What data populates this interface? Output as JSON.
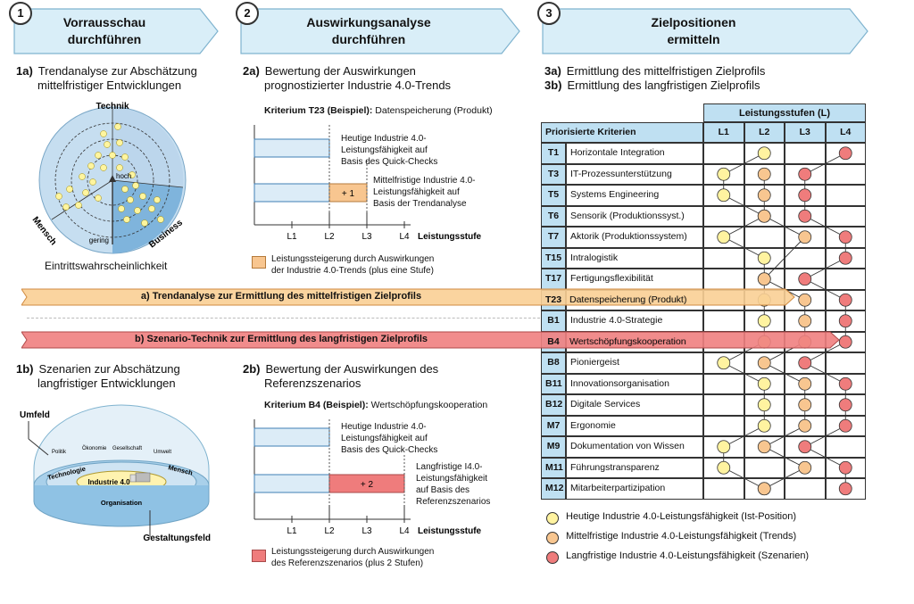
{
  "steps": [
    {
      "num": "1",
      "line1": "Vorrausschau",
      "line2": "durchführen"
    },
    {
      "num": "2",
      "line1": "Auswirkungsanalyse",
      "line2": "durchführen"
    },
    {
      "num": "3",
      "line1": "Zielpositionen",
      "line2": "ermitteln"
    }
  ],
  "col1": {
    "a_id": "1a)",
    "a_line1": "Trendanalyse zur Abschätzung",
    "a_line2": "mittelfristiger Entwicklungen",
    "radar_top": "Technik",
    "radar_left": "Mensch",
    "radar_right": "Business",
    "radar_high": "hoch",
    "radar_low": "gering",
    "radar_caption": "Eintrittswahrscheinlichkeit",
    "b_id": "1b)",
    "b_line1": "Szenarien zur Abschätzung",
    "b_line2": "langfristiger Entwicklungen",
    "dome": {
      "umfeld": "Umfeld",
      "politik": "Politik",
      "oekonomie": "Ökonomie",
      "gesellschaft": "Gesellschaft",
      "umwelt": "Umwelt",
      "technologie": "Technologie",
      "mensch": "Mensch",
      "industrie": "Industrie 4.0",
      "organisation": "Organisation",
      "gestaltungsfeld": "Gestaltungsfeld"
    }
  },
  "col2": {
    "a_id": "2a)",
    "a_line1": "Bewertung der Auswirkungen",
    "a_line2": "prognostizierter Industrie 4.0-Trends",
    "a_crit_bold": "Kriterium T23 (Beispiel):",
    "a_crit_rest": " Datenspeicherung (Produkt)",
    "a_bar1": [
      "Heutige Industrie 4.0-",
      "Leistungsfähigkeit auf",
      "Basis des Quick-Checks"
    ],
    "a_bar2": [
      "Mittelfristige Industrie 4.0-",
      "Leistungsfähigkeit auf",
      "Basis der Trendanalyse"
    ],
    "a_plus": "+ 1",
    "axis": [
      "L1",
      "L2",
      "L3",
      "L4"
    ],
    "axis_title": "Leistungsstufe",
    "a_legend": [
      "Leistungssteigerung durch Auswirkungen",
      "der Industrie 4.0-Trends (plus eine Stufe)"
    ],
    "b_id": "2b)",
    "b_line1": "Bewertung der Auswirkungen des",
    "b_line2": "Referenzszenarios",
    "b_crit_bold": "Kriterium B4 (Beispiel):",
    "b_crit_rest": " Wertschöpfungskooperation",
    "b_bar1": [
      "Heutige Industrie 4.0-",
      "Leistungsfähigkeit auf",
      "Basis des Quick-Checks"
    ],
    "b_bar2": [
      "Langfristige I4.0-",
      "Leistungsfähigkeit",
      "auf Basis des",
      "Referenzszenarios"
    ],
    "b_plus": "+ 2",
    "b_legend": [
      "Leistungssteigerung durch Auswirkungen",
      "des Referenzszenarios (plus 2 Stufen)"
    ]
  },
  "bands": {
    "a": "a) Trendanalyse zur Ermittlung des mittelfristigen Zielprofils",
    "b": "b) Szenario-Technik zur Ermittlung des langfristigen Zielprofils"
  },
  "col3": {
    "a_id": "3a)",
    "a_text": "Ermittlung des mittelfristigen Zielprofils",
    "b_id": "3b)",
    "b_text": "Ermittlung des langfristigen Zielprofils",
    "group_header": "Leistungsstufen (L)",
    "crit_header": "Priorisierte Kriterien",
    "levels": [
      "L1",
      "L2",
      "L3",
      "L4"
    ],
    "rows": [
      {
        "id": "T1",
        "name": "Horizontale Integration",
        "y": 2,
        "o": null,
        "r": 4
      },
      {
        "id": "T3",
        "name": "IT-Prozessunterstützung",
        "y": 1,
        "o": 2,
        "r": 3
      },
      {
        "id": "T5",
        "name": "Systems Engineering",
        "y": 1,
        "o": 2,
        "r": 3
      },
      {
        "id": "T6",
        "name": "Sensorik (Produktionssyst.)",
        "y": 2,
        "o": 2,
        "r": 3
      },
      {
        "id": "T7",
        "name": "Aktorik (Produktionssystem)",
        "y": 1,
        "o": 3,
        "r": 4
      },
      {
        "id": "T15",
        "name": "Intralogistik",
        "y": 2,
        "o": null,
        "r": 4
      },
      {
        "id": "T17",
        "name": "Fertigungsflexibilität",
        "y": 2,
        "o": 2,
        "r": 3
      },
      {
        "id": "T23",
        "name": "Datenspeicherung (Produkt)",
        "y": 2,
        "o": 3,
        "r": 4
      },
      {
        "id": "B1",
        "name": "Industrie 4.0-Strategie",
        "y": 2,
        "o": 3,
        "r": 4
      },
      {
        "id": "B4",
        "name": "Wertschöpfungskooperation",
        "y": 2,
        "o": 3,
        "r": 4
      },
      {
        "id": "B8",
        "name": "Pioniergeist",
        "y": 1,
        "o": 2,
        "r": 3
      },
      {
        "id": "B11",
        "name": "Innovationsorganisation",
        "y": 2,
        "o": 3,
        "r": 4
      },
      {
        "id": "B12",
        "name": "Digitale Services",
        "y": 2,
        "o": 3,
        "r": 4
      },
      {
        "id": "M7",
        "name": "Ergonomie",
        "y": 2,
        "o": 3,
        "r": 4
      },
      {
        "id": "M9",
        "name": "Dokumentation von Wissen",
        "y": 1,
        "o": 2,
        "r": 3
      },
      {
        "id": "M11",
        "name": "Führungstransparenz",
        "y": 1,
        "o": 3,
        "r": 4
      },
      {
        "id": "M12",
        "name": "Mitarbeiterpartizipation",
        "y": 2,
        "o": 2,
        "r": 4
      }
    ],
    "legend": [
      "Heutige Industrie 4.0-Leistungsfähigkeit (Ist-Position)",
      "Mittelfristige Industrie 4.0-Leistungsfähigkeit (Trends)",
      "Langfristige Industrie 4.0-Leistungsfähigkeit (Szenarien)"
    ]
  },
  "colors": {
    "chevron": "#d9eef8",
    "yellow": "#fff3a0",
    "orange": "#f8c690",
    "red": "#ef7c7c",
    "blue": "#dcecf7"
  }
}
